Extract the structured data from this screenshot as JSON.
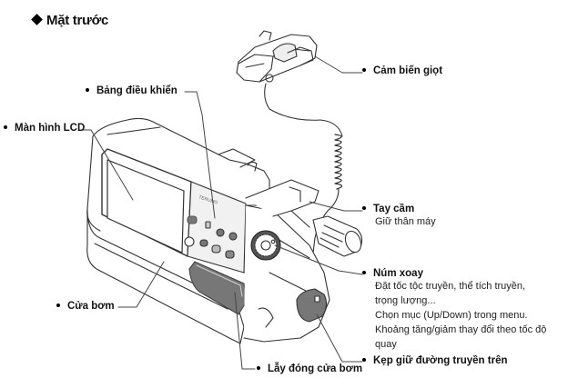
{
  "title": "Mặt trước",
  "labels": {
    "drop_sensor": "Cảm biến giọt",
    "control_panel": "Bảng điều khiển",
    "lcd_screen": "Màn hình LCD",
    "handle": "Tay cầm",
    "handle_desc": "Giữ thân máy",
    "dial": "Núm xoay",
    "dial_desc_1": "Đặt tốc tộc truyền, thể tích truyền,",
    "dial_desc_2": "trọng lượng...",
    "dial_desc_3": "Chọn mục (Up/Down) trong menu.",
    "dial_desc_4": "Khoảng tăng/giảm thay đổi theo tốc độ",
    "dial_desc_5": "quay",
    "pump_door": "Cửa bơm",
    "upper_line_clamp": "Kẹp giữ đường truyền trên",
    "door_lever": "Lẫy đóng cửa bơm"
  },
  "device": {
    "brand": "TERUMO"
  }
}
